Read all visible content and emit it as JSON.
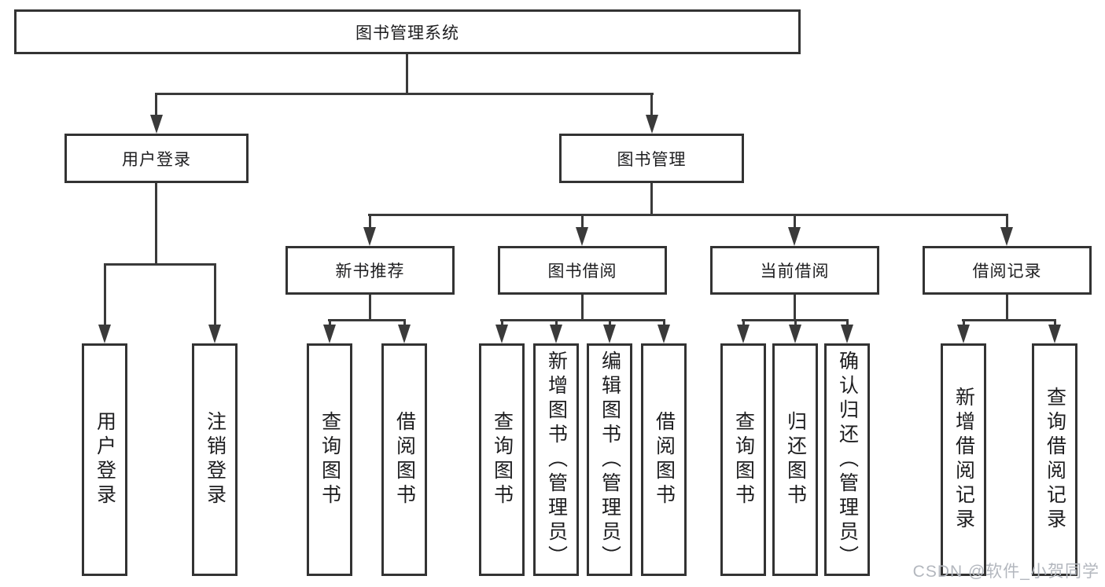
{
  "tree": {
    "label": "图书管理系统",
    "children": [
      {
        "label": "用户登录",
        "children": [
          {
            "label": "用户登录"
          },
          {
            "label": "注销登录"
          }
        ]
      },
      {
        "label": "图书管理",
        "children": [
          {
            "label": "新书推荐",
            "children": [
              {
                "label": "查询图书"
              },
              {
                "label": "借阅图书"
              }
            ]
          },
          {
            "label": "图书借阅",
            "children": [
              {
                "label": "查询图书"
              },
              {
                "label": "新增图书（管理员）"
              },
              {
                "label": "编辑图书（管理员）"
              },
              {
                "label": "借阅图书"
              }
            ]
          },
          {
            "label": "当前借阅",
            "children": [
              {
                "label": "查询图书"
              },
              {
                "label": "归还图书"
              },
              {
                "label": "确认归还（管理员）"
              }
            ]
          },
          {
            "label": "借阅记录",
            "children": [
              {
                "label": "新增借阅记录"
              },
              {
                "label": "查询借阅记录"
              }
            ]
          }
        ]
      }
    ]
  },
  "watermark": {
    "text": "CSDN @软件_小贺同学"
  },
  "colors": {
    "line": "#3a3a3a",
    "box_border": "#333333",
    "text": "#1d1d1f",
    "watermark": "#b3b7be",
    "background": "#ffffff"
  }
}
